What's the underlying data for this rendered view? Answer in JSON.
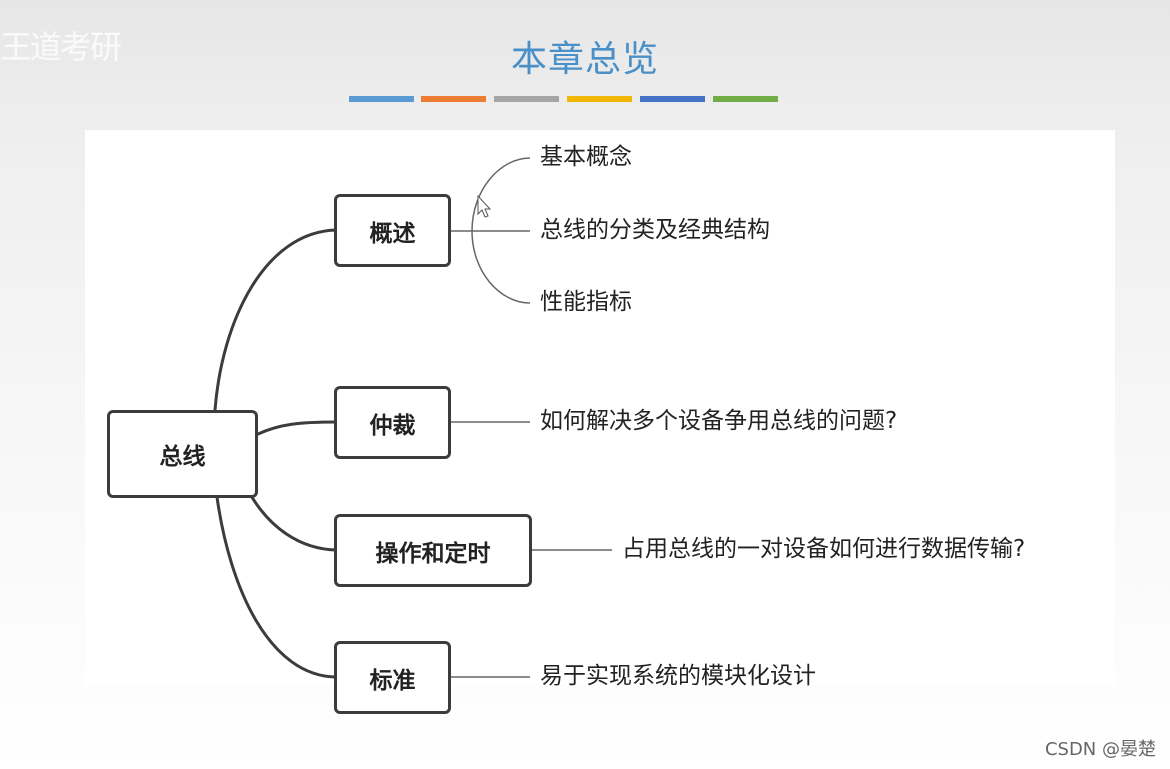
{
  "watermark": "王道考研",
  "title": "本章总览",
  "color_bars": [
    "#5b9bd5",
    "#ed7d31",
    "#a5a5a5",
    "#f2b705",
    "#4472c4",
    "#70ad47"
  ],
  "mindmap": {
    "root": "总线",
    "branches": [
      {
        "label": "概述",
        "leaves": [
          "基本概念",
          "总线的分类及经典结构",
          "性能指标"
        ]
      },
      {
        "label": "仲裁",
        "leaves": [
          "如何解决多个设备争用总线的问题?"
        ]
      },
      {
        "label": "操作和定时",
        "leaves": [
          "占用总线的一对设备如何进行数据传输?"
        ]
      },
      {
        "label": "标准",
        "leaves": [
          "易于实现系统的模块化设计"
        ]
      }
    ]
  },
  "credit": "CSDN @晏楚"
}
